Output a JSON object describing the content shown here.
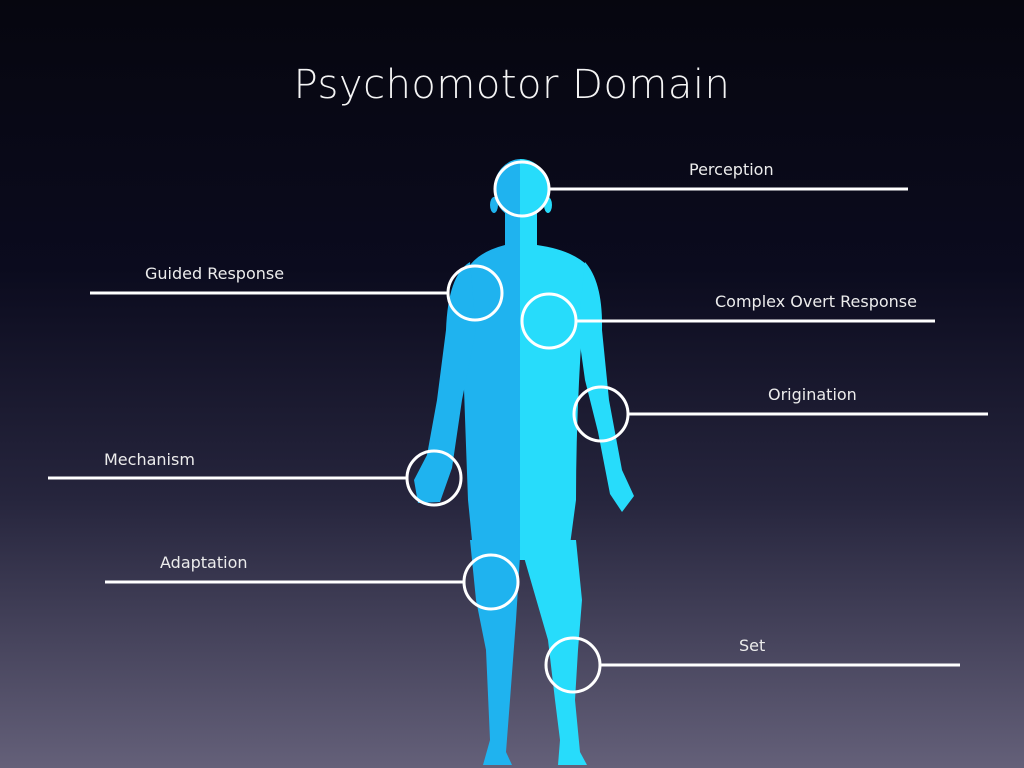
{
  "title": "Psychomotor Domain",
  "colors": {
    "body_left": "#1fb3ef",
    "body_right": "#27dcfb",
    "rings": "#ffffff"
  },
  "labels": {
    "perception": "Perception",
    "guided_response": "Guided Response",
    "complex_overt_response": "Complex Overt Response",
    "origination": "Origination",
    "mechanism": "Mechanism",
    "adaptation": "Adaptation",
    "set": "Set"
  }
}
